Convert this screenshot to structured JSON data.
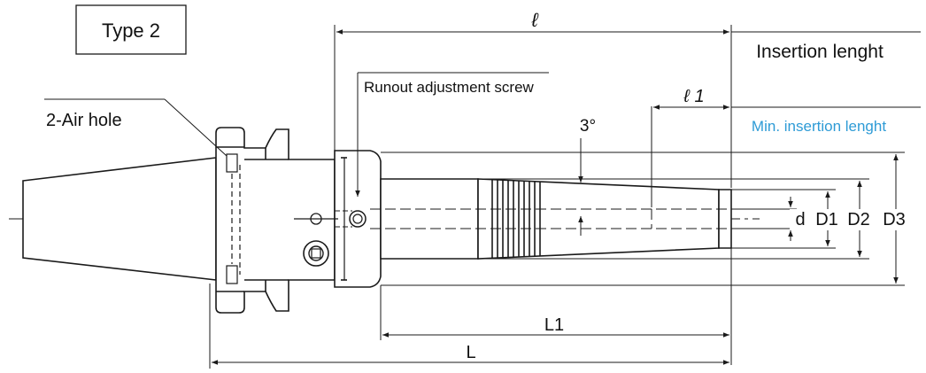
{
  "type_label": "Type 2",
  "labels": {
    "ell": "ℓ",
    "insertion_length": "Insertion lenght",
    "runout_screw": "Runout adjustment screw",
    "ell1": "ℓ 1",
    "min_insertion_length": "Min. insertion lenght",
    "air_hole": "2-Air hole",
    "angle": "3°",
    "d": "d",
    "D1": "D1",
    "D2": "D2",
    "D3": "D3",
    "L1": "L1",
    "L": "L"
  },
  "colors": {
    "line": "#1a1a1a",
    "accent": "#2e9bd6"
  }
}
